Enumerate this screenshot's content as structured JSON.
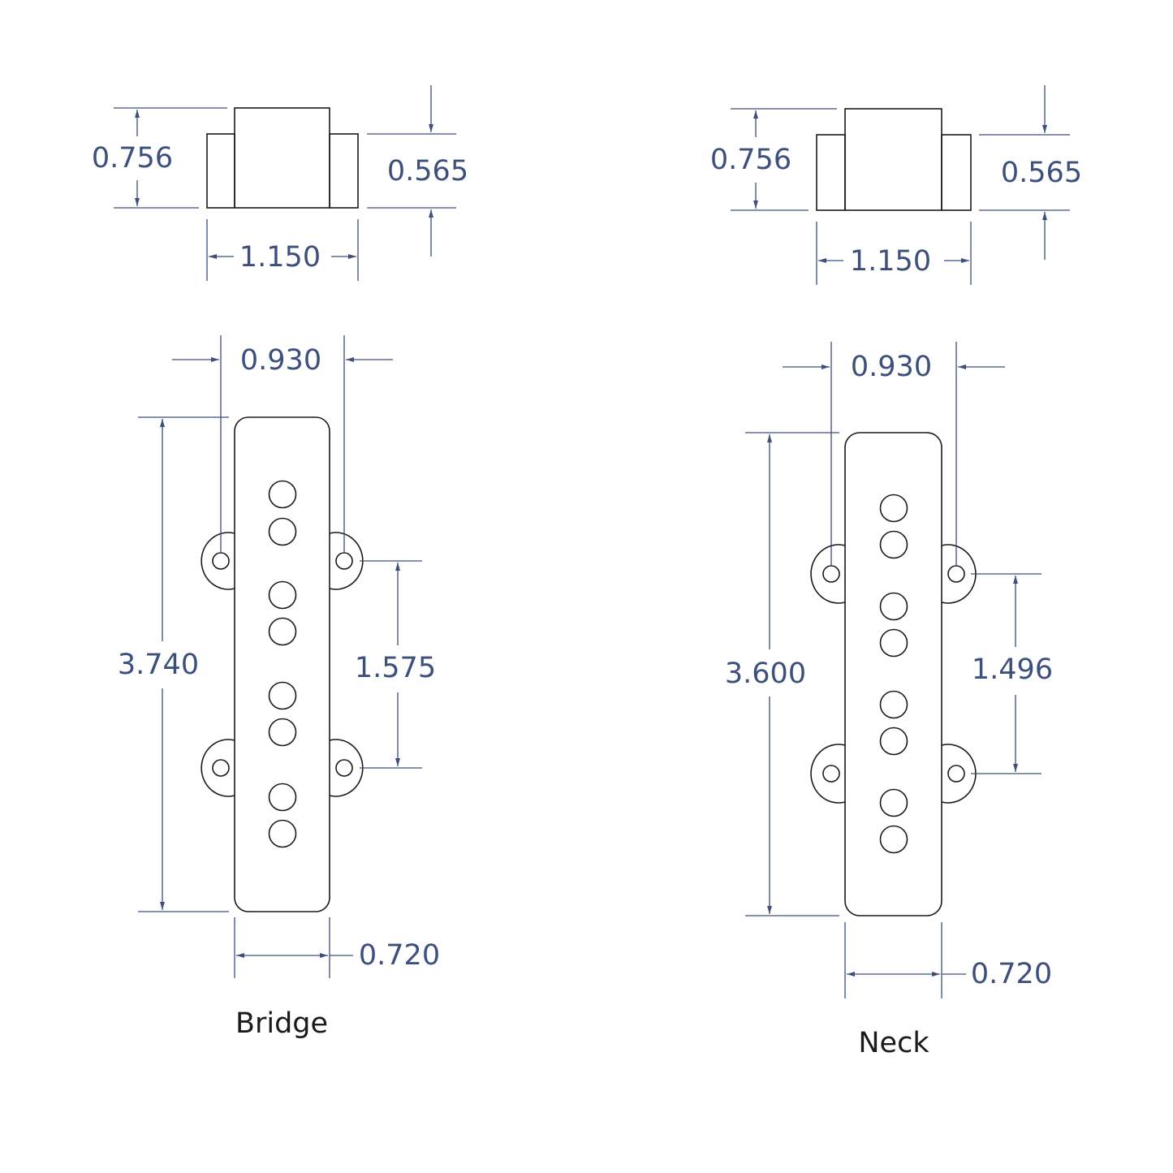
{
  "colors": {
    "outline": "#1a1a1a",
    "dimension": "#3d4f7d",
    "background": "#ffffff"
  },
  "bridge": {
    "caption": "Bridge",
    "side_view": {
      "height_total": "0.756",
      "height_body": "0.565",
      "width": "1.150"
    },
    "top_view": {
      "mount_spacing": "0.930",
      "length": "3.740",
      "hole_spacing": "1.575",
      "width": "0.720"
    }
  },
  "neck": {
    "caption": "Neck",
    "side_view": {
      "height_total": "0.756",
      "height_body": "0.565",
      "width": "1.150"
    },
    "top_view": {
      "mount_spacing": "0.930",
      "length": "3.600",
      "hole_spacing": "1.496",
      "width": "0.720"
    }
  }
}
